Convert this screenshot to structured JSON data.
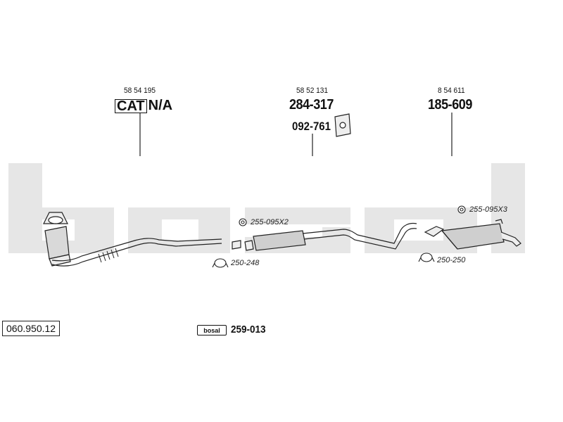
{
  "watermark": {
    "brand": "bosal",
    "color": "#e6e6e6"
  },
  "groups": [
    {
      "oem": "58 54 195",
      "part_box": "CAT",
      "part_suffix": "N/A"
    },
    {
      "oem": "58 52 131",
      "part": "284-317",
      "bracket": "092-761"
    },
    {
      "oem": "8 54 611",
      "part": "185-609"
    }
  ],
  "clamps": {
    "front_upper": "255-095X2",
    "front_lower": "250-248",
    "rear_upper": "255-095X3",
    "rear_lower": "250-250"
  },
  "reference": "060.950.12",
  "kit": {
    "badge": "bosal",
    "number": "259-013"
  },
  "colors": {
    "line": "#222222",
    "pipe_fill": "#d9d9d9",
    "muffler_fill": "#cfcfcf"
  }
}
